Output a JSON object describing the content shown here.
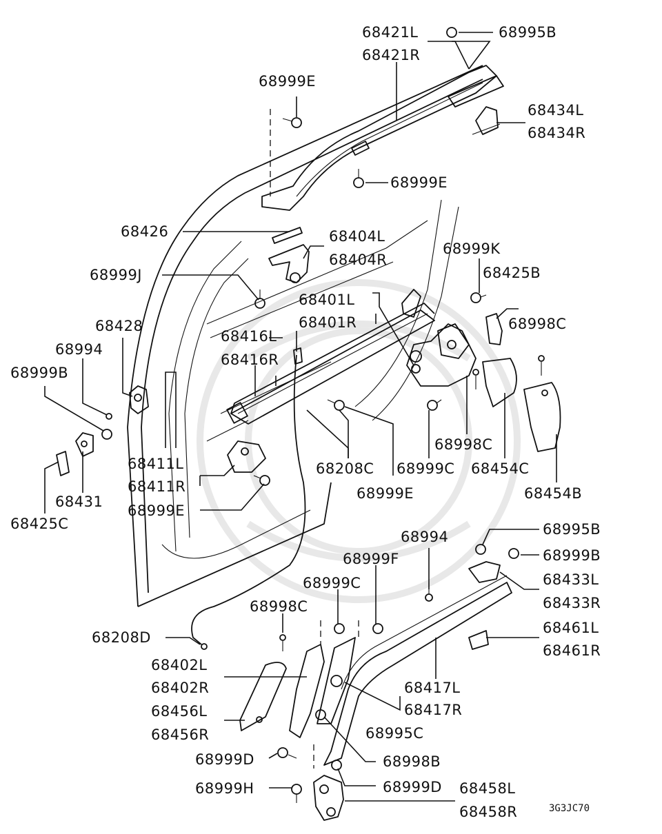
{
  "diagram": {
    "drawing_code": "3G3JC70",
    "labels": [
      {
        "id": "68421L",
        "text": "68421L"
      },
      {
        "id": "68421R",
        "text": "68421R"
      },
      {
        "id": "68995B_top",
        "text": "68995B"
      },
      {
        "id": "68999E_top",
        "text": "68999E"
      },
      {
        "id": "68434L",
        "text": "68434L"
      },
      {
        "id": "68434R",
        "text": "68434R"
      },
      {
        "id": "68999E_mid",
        "text": "68999E"
      },
      {
        "id": "68426",
        "text": "68426"
      },
      {
        "id": "68404L",
        "text": "68404L"
      },
      {
        "id": "68404R",
        "text": "68404R"
      },
      {
        "id": "68999K",
        "text": "68999K"
      },
      {
        "id": "68999J",
        "text": "68999J"
      },
      {
        "id": "68425B",
        "text": "68425B"
      },
      {
        "id": "68401L",
        "text": "68401L"
      },
      {
        "id": "68401R",
        "text": "68401R"
      },
      {
        "id": "68998C_r",
        "text": "68998C"
      },
      {
        "id": "68428",
        "text": "68428"
      },
      {
        "id": "68416L",
        "text": "68416L"
      },
      {
        "id": "68416R",
        "text": "68416R"
      },
      {
        "id": "68994_l",
        "text": "68994"
      },
      {
        "id": "68999B_l",
        "text": "68999B"
      },
      {
        "id": "68411L",
        "text": "68411L"
      },
      {
        "id": "68411R",
        "text": "68411R"
      },
      {
        "id": "68208C",
        "text": "68208C"
      },
      {
        "id": "68999C_m",
        "text": "68999C"
      },
      {
        "id": "68998C_m",
        "text": "68998C"
      },
      {
        "id": "68454C",
        "text": "68454C"
      },
      {
        "id": "68454B",
        "text": "68454B"
      },
      {
        "id": "68999E_low",
        "text": "68999E"
      },
      {
        "id": "68431",
        "text": "68431"
      },
      {
        "id": "68999E_left",
        "text": "68999E"
      },
      {
        "id": "68425C",
        "text": "68425C"
      },
      {
        "id": "68994_r",
        "text": "68994"
      },
      {
        "id": "68995B_r",
        "text": "68995B"
      },
      {
        "id": "68999B_r",
        "text": "68999B"
      },
      {
        "id": "68999F",
        "text": "68999F"
      },
      {
        "id": "68433L",
        "text": "68433L"
      },
      {
        "id": "68999C_b",
        "text": "68999C"
      },
      {
        "id": "68433R",
        "text": "68433R"
      },
      {
        "id": "68998C_b",
        "text": "68998C"
      },
      {
        "id": "68461L",
        "text": "68461L"
      },
      {
        "id": "68461R",
        "text": "68461R"
      },
      {
        "id": "68208D",
        "text": "68208D"
      },
      {
        "id": "68402L",
        "text": "68402L"
      },
      {
        "id": "68402R",
        "text": "68402R"
      },
      {
        "id": "68417L",
        "text": "68417L"
      },
      {
        "id": "68417R",
        "text": "68417R"
      },
      {
        "id": "68456L",
        "text": "68456L"
      },
      {
        "id": "68456R",
        "text": "68456R"
      },
      {
        "id": "68995C",
        "text": "68995C"
      },
      {
        "id": "68999D_l",
        "text": "68999D"
      },
      {
        "id": "68998B",
        "text": "68998B"
      },
      {
        "id": "68999D_r",
        "text": "68999D"
      },
      {
        "id": "68458L",
        "text": "68458L"
      },
      {
        "id": "68999H",
        "text": "68999H"
      },
      {
        "id": "68458R",
        "text": "68458R"
      }
    ]
  }
}
